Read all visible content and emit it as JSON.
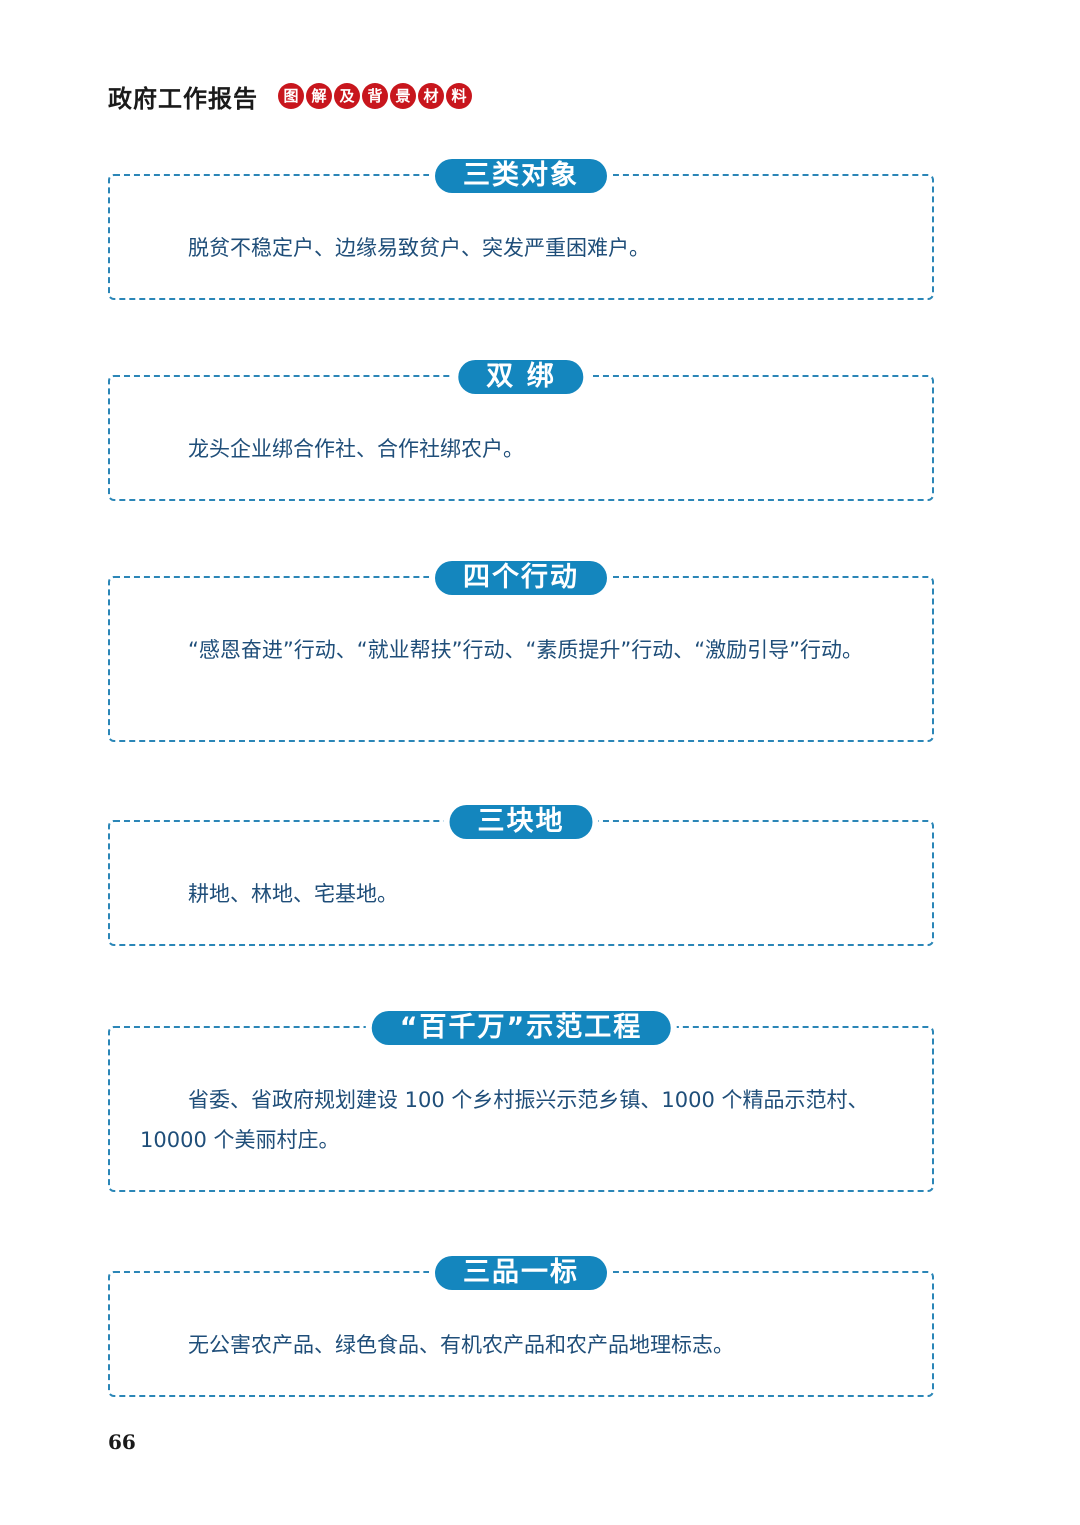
{
  "header": {
    "title": "政府工作报告",
    "seal_chars": [
      "图",
      "解",
      "及",
      "背",
      "景",
      "材",
      "料"
    ]
  },
  "sections": [
    {
      "title": "三类对象",
      "text": "脱贫不稳定户、边缘易致贫户、突发严重困难户。"
    },
    {
      "title": "双 绑",
      "text": "龙头企业绑合作社、合作社绑农户。"
    },
    {
      "title": "四个行动",
      "text": "“感恩奋进”行动、“就业帮扶”行动、“素质提升”行动、“激励引导”行动。"
    },
    {
      "title": "三块地",
      "text": "耕地、林地、宅基地。"
    },
    {
      "title": "“百千万”示范工程",
      "text": "省委、省政府规划建设 100 个乡村振兴示范乡镇、1000 个精品示范村、10000 个美丽村庄。"
    },
    {
      "title": "三品一标",
      "text": "无公害农产品、绿色食品、有机农产品和农产品地理标志。"
    }
  ],
  "page_number": "66",
  "colors": {
    "accent": "#1486be",
    "border": "#2b86b7",
    "text": "#1f4e79",
    "seal": "#c8161d"
  }
}
